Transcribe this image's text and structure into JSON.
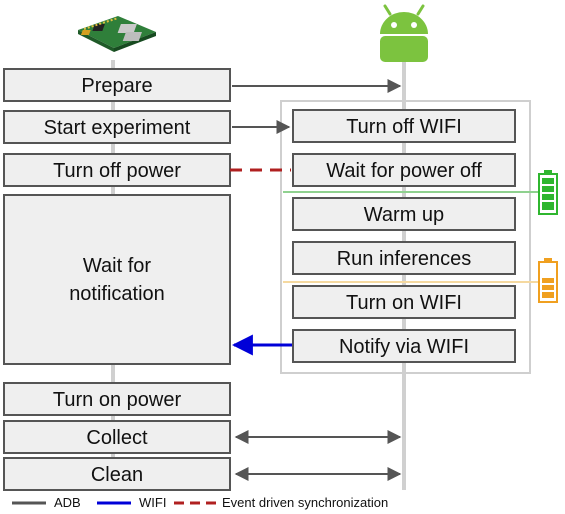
{
  "host_steps": {
    "prepare": "Prepare",
    "start_experiment": "Start experiment",
    "turn_off_power": "Turn off power",
    "wait_line1": "Wait for",
    "wait_line2": "notification",
    "turn_on_power": "Turn on power",
    "collect": "Collect",
    "clean": "Clean"
  },
  "device_steps": {
    "turn_off_wifi": "Turn off WIFI",
    "wait_power_off": "Wait for power off",
    "warm_up": "Warm up",
    "run_inferences": "Run inferences",
    "turn_on_wifi": "Turn on WIFI",
    "notify_wifi": "Notify via WIFI"
  },
  "legend": {
    "adb": "ADB",
    "wifi": "WIFI",
    "event_sync": "Event driven synchronization"
  },
  "colors": {
    "adb": "#555555",
    "wifi": "#0000d8",
    "event_sync": "#b02020",
    "battery_full": "#2fb62f",
    "battery_low": "#f0a020",
    "android": "#7cc33f",
    "box_fill": "#efefef"
  },
  "icons": {
    "host": "raspberry-pi-board-icon",
    "device": "android-robot-icon",
    "battery_full": "battery-full-icon",
    "battery_half": "battery-half-icon"
  }
}
